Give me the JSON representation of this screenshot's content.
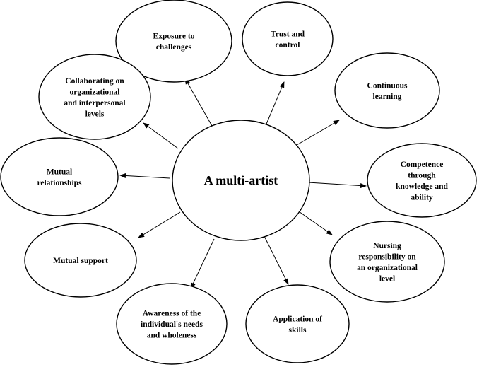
{
  "center": {
    "label": "A multi-artist"
  },
  "nodes": [
    {
      "id": "exposure",
      "lines": [
        "Exposure to",
        "challenges"
      ]
    },
    {
      "id": "trust",
      "lines": [
        "Trust and",
        "control"
      ]
    },
    {
      "id": "collaborating",
      "lines": [
        "Collaborating on",
        "organizational",
        "and interpersonal",
        "levels"
      ]
    },
    {
      "id": "continuous",
      "lines": [
        "Continuous",
        "learning"
      ]
    },
    {
      "id": "mutual-relationships",
      "lines": [
        "Mutual",
        "relationships"
      ]
    },
    {
      "id": "competence",
      "lines": [
        "Competence",
        "through",
        "knowledge and",
        "ability"
      ]
    },
    {
      "id": "mutual-support",
      "lines": [
        "Mutual support"
      ]
    },
    {
      "id": "nursing",
      "lines": [
        "Nursing",
        "responsibility on",
        "an organizational",
        "level"
      ]
    },
    {
      "id": "awareness",
      "lines": [
        "Awareness of the",
        "individual's needs",
        "and wholeness"
      ]
    },
    {
      "id": "application",
      "lines": [
        "Application of",
        "skills"
      ]
    }
  ]
}
